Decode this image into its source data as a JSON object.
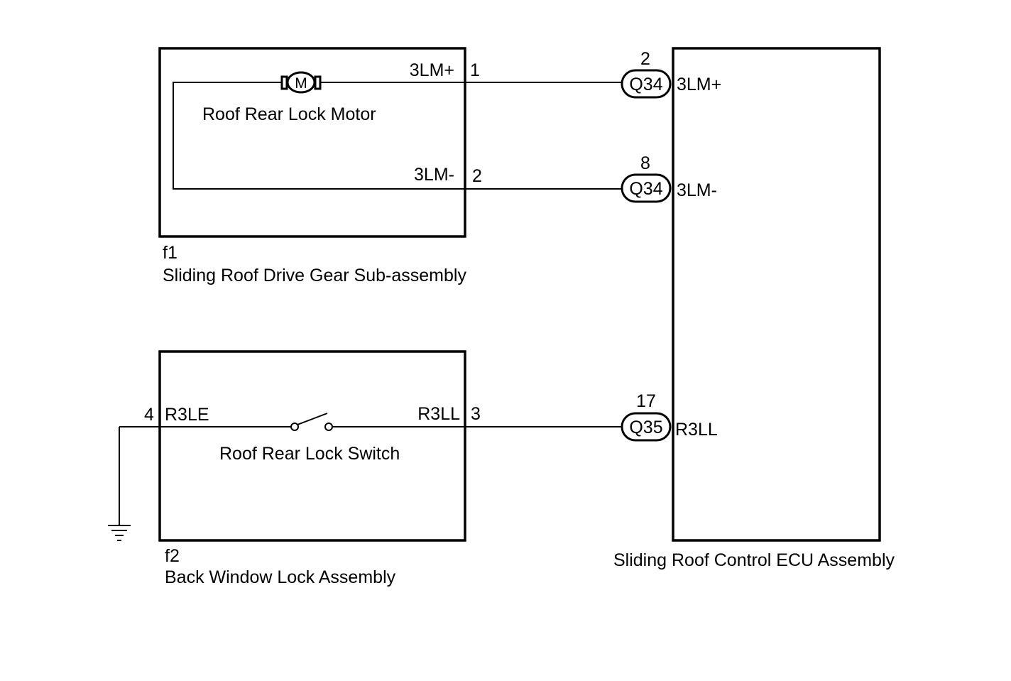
{
  "components": {
    "f1": {
      "code": "f1",
      "name": "Sliding Roof Drive Gear Sub-assembly",
      "motor_label": "Roof Rear Lock Motor",
      "motor_symbol": "M",
      "pins": [
        {
          "number": "1",
          "signal": "3LM+"
        },
        {
          "number": "2",
          "signal": "3LM-"
        }
      ]
    },
    "f2": {
      "code": "f2",
      "name": "Back Window Lock Assembly",
      "switch_label": "Roof Rear Lock Switch",
      "pins": [
        {
          "number": "4",
          "signal": "R3LE"
        },
        {
          "number": "3",
          "signal": "R3LL"
        }
      ]
    },
    "ecu": {
      "name": "Sliding Roof Control ECU Assembly",
      "pins": [
        {
          "connector": "Q34",
          "number": "2",
          "signal": "3LM+"
        },
        {
          "connector": "Q34",
          "number": "8",
          "signal": "3LM-"
        },
        {
          "connector": "Q35",
          "number": "17",
          "signal": "R3LL"
        }
      ]
    }
  },
  "icons": {
    "motor": "motor-icon",
    "switch": "switch-icon",
    "ground": "ground-icon",
    "connector": "connector-icon"
  },
  "colors": {
    "line": "#000000",
    "background": "#ffffff"
  }
}
